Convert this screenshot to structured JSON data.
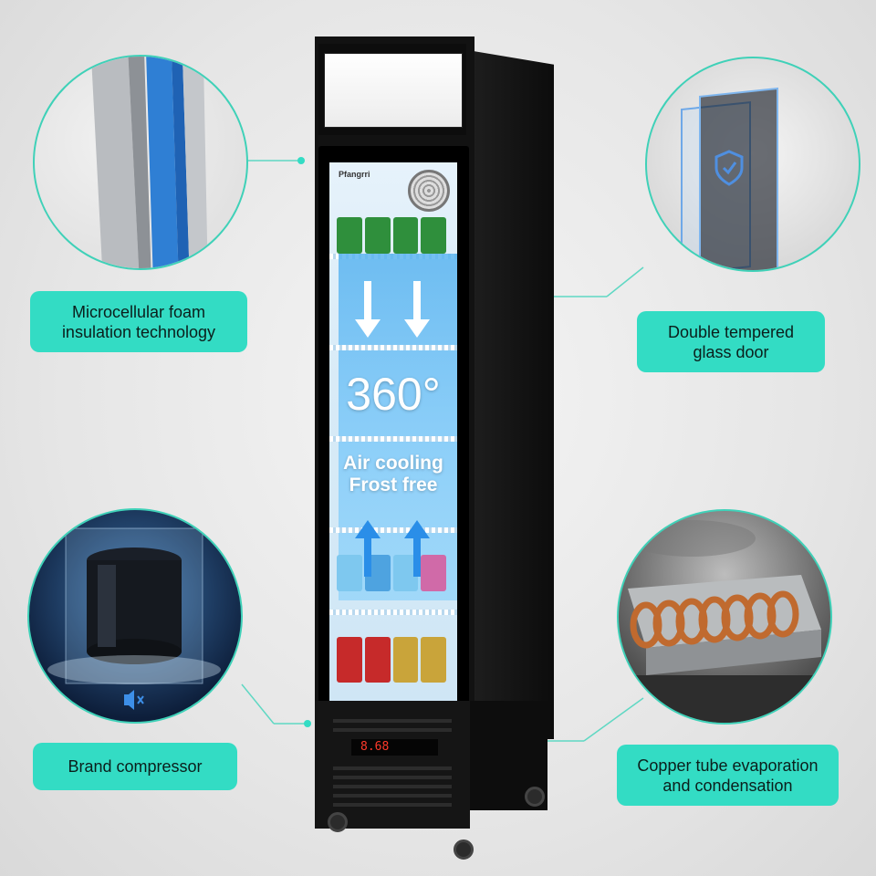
{
  "features": {
    "insulation": "Microcellular foam insulation technology",
    "insulation_l1": "Microcellular foam",
    "insulation_l2": "insulation technology",
    "glass_l1": "Double tempered",
    "glass_l2": "glass door",
    "compressor": "Brand compressor",
    "copper_l1": "Copper tube evaporation",
    "copper_l2": "and condensation"
  },
  "fridge": {
    "brand": "Pfangrri",
    "cooling_big": "360°",
    "cooling_l1": "Air cooling",
    "cooling_l2": "Frost free",
    "display": "8.68"
  },
  "colors": {
    "accent": "#33dcc4",
    "cabinet": "#121212",
    "glow": "#5ab4f0"
  },
  "icons": [
    "mute-speaker-icon",
    "shield-check-icon",
    "fan-icon"
  ]
}
